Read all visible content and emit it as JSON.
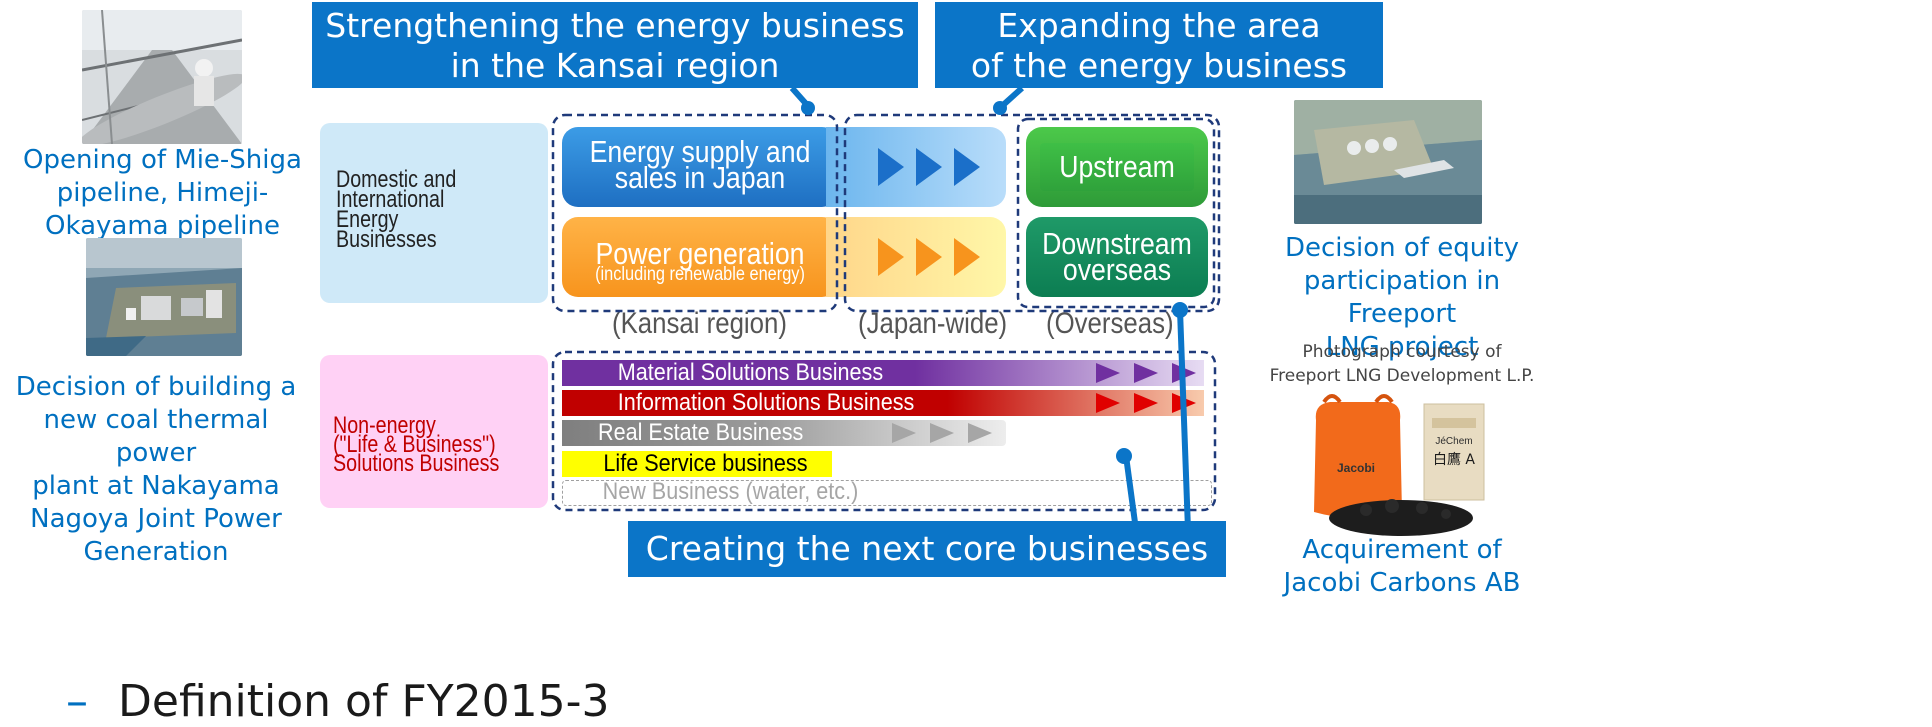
{
  "banners": {
    "strengthening": "Strengthening the energy business in the Kansai region",
    "strengthening_l1": "Strengthening the energy business",
    "strengthening_l2": "in the Kansai region",
    "expanding_l1": "Expanding the area",
    "expanding_l2": "of the energy business",
    "creating": "Creating the next core businesses"
  },
  "left_captions": {
    "pipeline": [
      "Opening of Mie-Shiga",
      "pipeline, Himeji-",
      "Okayama pipeline"
    ],
    "coal": [
      "Decision of building a",
      "new coal thermal power",
      "plant at Nakayama",
      "Nagoya Joint Power",
      "Generation"
    ]
  },
  "right_captions": {
    "freeport": [
      "Decision of equity",
      "participation in Freeport",
      "LNG project"
    ],
    "freeport_credit": [
      "Photograph courtesy of",
      "Freeport LNG Development L.P."
    ],
    "jacobi": [
      "Acquirement of",
      "Jacobi Carbons AB"
    ]
  },
  "categories": {
    "energy": [
      "Domestic and",
      "International",
      "Energy",
      "Businesses"
    ],
    "non_energy": [
      "Non-energy",
      "(\"Life & Business\")",
      "Solutions Business"
    ]
  },
  "energy_boxes": {
    "supply_l1": "Energy supply and",
    "supply_l2": "sales in Japan",
    "power_l1": "Power generation",
    "power_l2": "(including renewable energy)",
    "upstream": "Upstream",
    "downstream_l1": "Downstream",
    "downstream_l2": "overseas"
  },
  "regions": {
    "kansai": "(Kansai region)",
    "japan": "(Japan-wide)",
    "overseas": "(Overseas)"
  },
  "solutions_bars": [
    {
      "label": "Material Solutions Business",
      "color": "#7030a0"
    },
    {
      "label": "Information Solutions Business",
      "color": "#c00000"
    },
    {
      "label": "Real Estate Business",
      "color": "#7f7f7f"
    },
    {
      "label": "Life Service business",
      "color": "#ffff00"
    },
    {
      "label": "New Business (water, etc.)",
      "color": "#ffffff"
    }
  ],
  "bottom_text": "Definition of FY2015-3",
  "bag_label": {
    "brand": "Jacobi",
    "chem": "JéChem",
    "kanji": "白鷹 A"
  },
  "colors": {
    "banner_blue": "#0b75c8",
    "caption_blue": "#0070c0",
    "non_energy_red": "#c00000",
    "energy_panel": "#cfe9f8",
    "non_energy_panel": "#ffd1f5"
  }
}
